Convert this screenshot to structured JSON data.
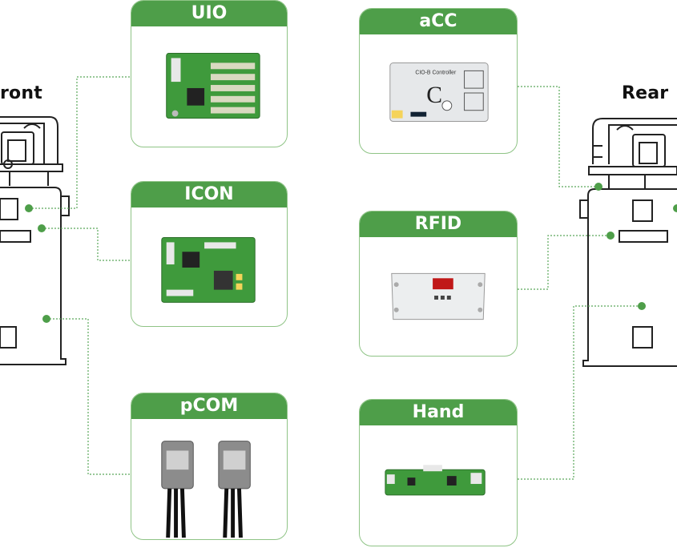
{
  "labels": {
    "front": "ront",
    "rear": "Rear"
  },
  "modules": [
    {
      "key": "uio",
      "title": "UIO",
      "icon": "pcb-board-icon"
    },
    {
      "key": "icon",
      "title": "ICON",
      "icon": "pcb-board-icon"
    },
    {
      "key": "pcom",
      "title": "pCOM",
      "icon": "connector-cable-icon"
    },
    {
      "key": "acc",
      "title": "aCC",
      "icon": "controller-box-icon"
    },
    {
      "key": "rfid",
      "title": "RFID",
      "icon": "rfid-reader-icon"
    },
    {
      "key": "hand",
      "title": "Hand",
      "icon": "pcb-board-icon"
    }
  ],
  "device_text": {
    "acc_heading": "CIO-B Controller",
    "acc_letter": "C"
  },
  "colors": {
    "accent": "#4e9e49",
    "card_border": "#8fc486",
    "connector": "#5aa85a",
    "pcb": "#3f9a3c"
  }
}
